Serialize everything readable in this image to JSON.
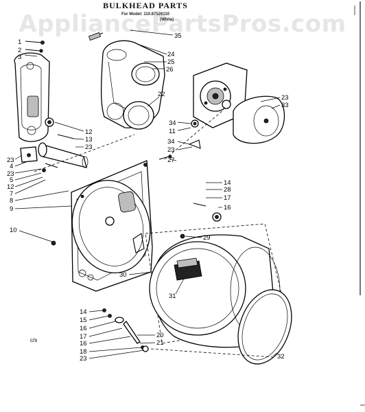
{
  "watermark": "AppliancePartsPros.com",
  "title": "BULKHEAD PARTS",
  "subtitle": "For Model: 110.87526110",
  "subtitle2": "(White)",
  "corner_note": "c/s",
  "callouts": [
    {
      "id": "c1",
      "text": "1"
    },
    {
      "id": "c2",
      "text": "2"
    },
    {
      "id": "c3",
      "text": "3"
    },
    {
      "id": "c35",
      "text": "35"
    },
    {
      "id": "c24",
      "text": "24"
    },
    {
      "id": "c25",
      "text": "25"
    },
    {
      "id": "c26",
      "text": "26"
    },
    {
      "id": "c22",
      "text": "22"
    },
    {
      "id": "c23a",
      "text": "23"
    },
    {
      "id": "c33",
      "text": "33"
    },
    {
      "id": "c34a",
      "text": "34"
    },
    {
      "id": "c11",
      "text": "11"
    },
    {
      "id": "c12a",
      "text": "12"
    },
    {
      "id": "c13",
      "text": "13"
    },
    {
      "id": "c23b",
      "text": "23"
    },
    {
      "id": "c34b",
      "text": "34"
    },
    {
      "id": "c23c",
      "text": "23"
    },
    {
      "id": "c27",
      "text": "27"
    },
    {
      "id": "c23d",
      "text": "23"
    },
    {
      "id": "c4",
      "text": "4"
    },
    {
      "id": "c23e",
      "text": "23"
    },
    {
      "id": "c5",
      "text": "5"
    },
    {
      "id": "c12b",
      "text": "12"
    },
    {
      "id": "c7",
      "text": "7"
    },
    {
      "id": "c8",
      "text": "8"
    },
    {
      "id": "c9",
      "text": "9"
    },
    {
      "id": "c14a",
      "text": "14"
    },
    {
      "id": "c28",
      "text": "28"
    },
    {
      "id": "c17a",
      "text": "17"
    },
    {
      "id": "c16a",
      "text": "16"
    },
    {
      "id": "c10",
      "text": "10"
    },
    {
      "id": "c29",
      "text": "29"
    },
    {
      "id": "c30",
      "text": "30"
    },
    {
      "id": "c31",
      "text": "31"
    },
    {
      "id": "c14b",
      "text": "14"
    },
    {
      "id": "c15",
      "text": "15"
    },
    {
      "id": "c16b",
      "text": "16"
    },
    {
      "id": "c17b",
      "text": "17"
    },
    {
      "id": "c16c",
      "text": "16"
    },
    {
      "id": "c18",
      "text": "18"
    },
    {
      "id": "c23f",
      "text": "23"
    },
    {
      "id": "c20",
      "text": "20"
    },
    {
      "id": "c21",
      "text": "21"
    },
    {
      "id": "c32",
      "text": "32"
    }
  ]
}
